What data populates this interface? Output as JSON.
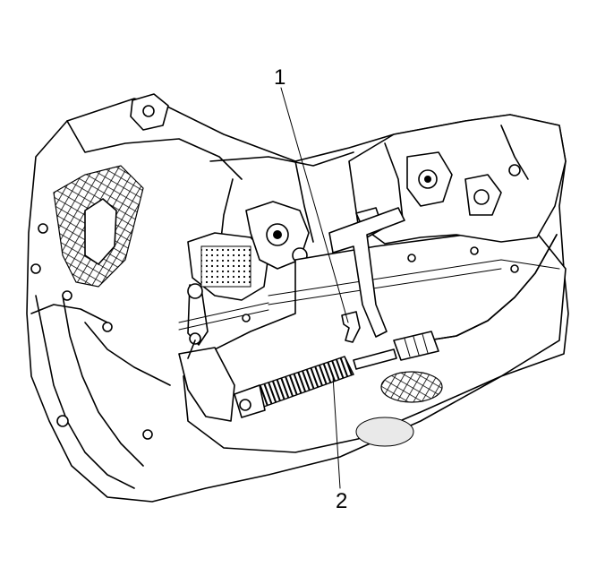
{
  "figure": {
    "callouts": [
      {
        "id": "1",
        "label": "1"
      },
      {
        "id": "2",
        "label": "2"
      }
    ]
  }
}
